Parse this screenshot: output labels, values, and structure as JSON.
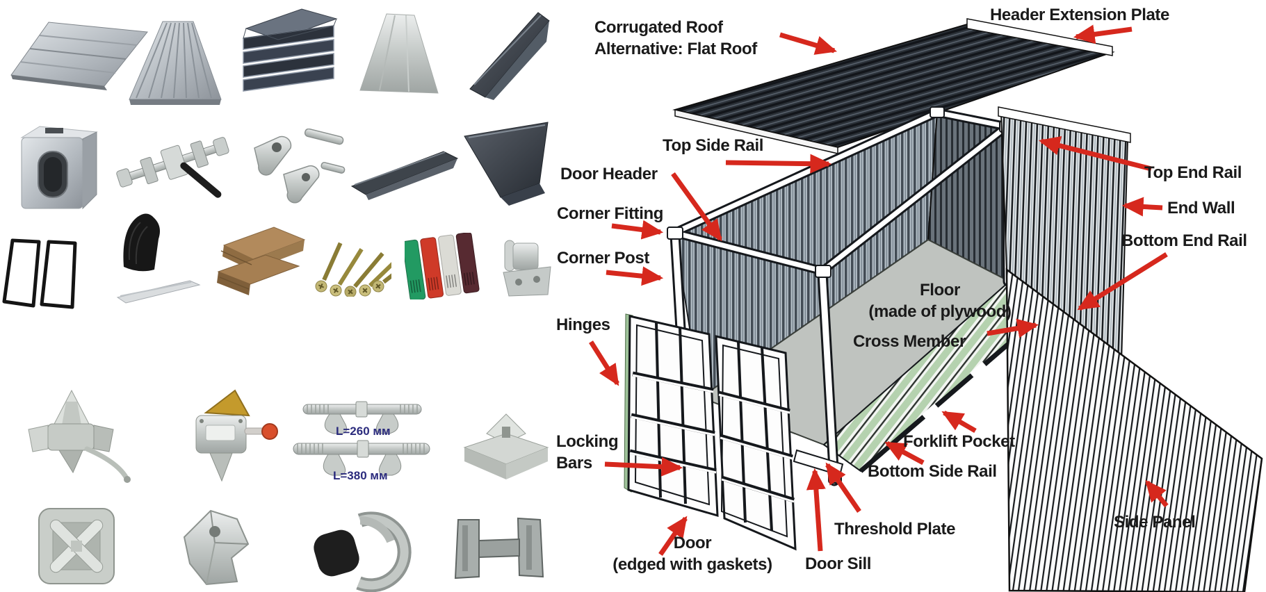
{
  "diagram": {
    "labels": {
      "corrugated_roof_line1": "Corrugated Roof",
      "corrugated_roof_line2": "Alternative: Flat Roof",
      "header_extension_plate": "Header Extension Plate",
      "top_side_rail": "Top Side Rail",
      "door_header": "Door Header",
      "corner_fitting": "Corner Fitting",
      "corner_post": "Corner Post",
      "hinges": "Hinges",
      "locking_bars_line1": "Locking",
      "locking_bars_line2": "Bars",
      "door_line1": "Door",
      "door_line2": "(edged with gaskets)",
      "door_sill": "Door Sill",
      "threshold_plate": "Threshold Plate",
      "bottom_side_rail": "Bottom Side Rail",
      "forklift_pocket": "Forklift Pocket",
      "cross_member": "Cross Member",
      "floor_line1": "Floor",
      "floor_line2": "(made of plywood)",
      "bottom_end_rail": "Bottom End Rail",
      "end_wall": "End Wall",
      "top_end_rail": "Top End Rail",
      "side_panel": "Side Panel"
    },
    "colors": {
      "arrow_red": "#d6281d",
      "label_text": "#1a1a1a"
    }
  },
  "collage": {
    "bridge_fitting_length_short": "L=260 мм",
    "bridge_fitting_length_long": "L=380 мм",
    "length_label_color": "#2b2b7d",
    "vent_plate_colors": [
      "#229a62",
      "#cf3a28",
      "#dbdbd5",
      "#572a31"
    ]
  }
}
